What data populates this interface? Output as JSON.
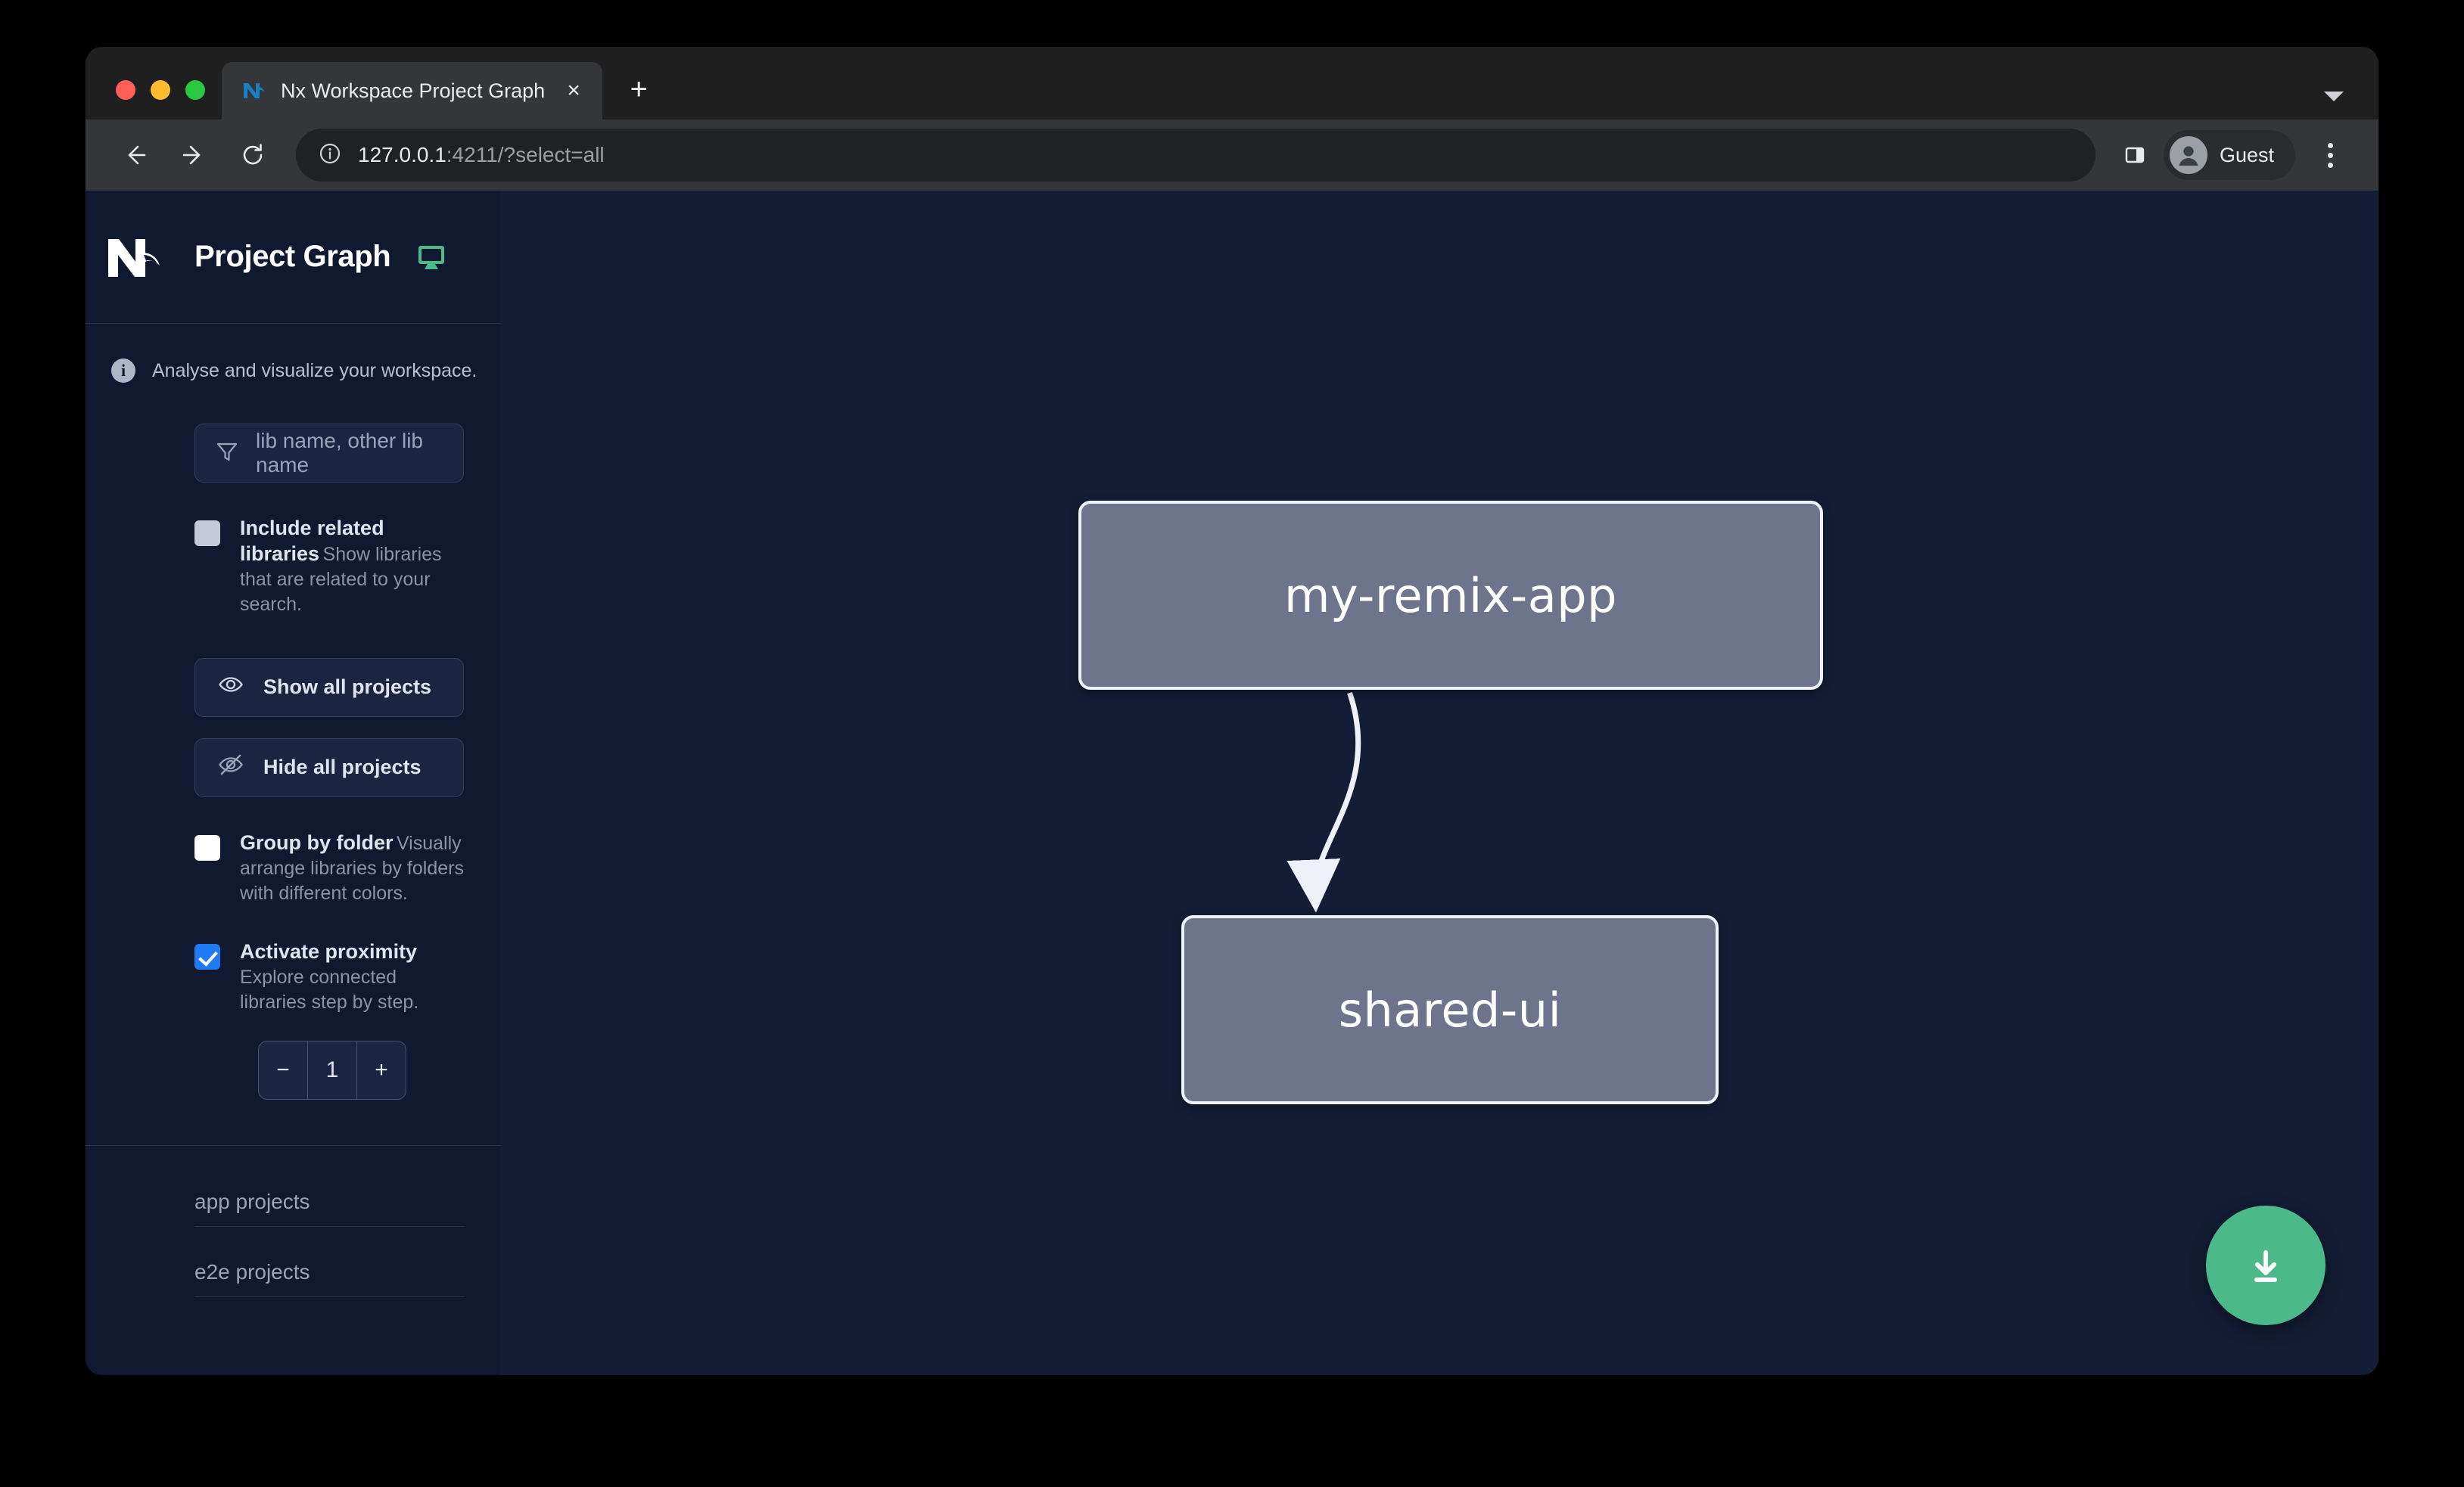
{
  "browser": {
    "tab": {
      "title": "Nx Workspace Project Graph",
      "favicon_name": "nx-favicon",
      "close_label": "×"
    },
    "new_tab_label": "+",
    "tab_list_chevron": "chevron-down-icon",
    "toolbar": {
      "back_label": "←",
      "forward_label": "→",
      "reload_label": "⟳",
      "site_info_label": "ⓘ",
      "url_host": "127.0.0.1",
      "url_rest": ":4211/?select=all",
      "profile_name": "Guest",
      "side_panel_name": "side-panel-icon",
      "menu_name": "kebab-menu-icon"
    }
  },
  "sidebar": {
    "logo_name": "nx-logo",
    "title": "Project Graph",
    "display_icon_name": "monitor-icon",
    "tagline": "Analyse and visualize your workspace.",
    "search": {
      "placeholder": "lib name, other lib name",
      "icon_name": "filter-icon",
      "value": ""
    },
    "options": [
      {
        "id": "include-related-libraries",
        "label": "Include related libraries",
        "desc": "Show libraries that are related to your search.",
        "checkbox_state": "indeterminate"
      },
      {
        "id": "group-by-folder",
        "label": "Group by folder",
        "desc": "Visually arrange libraries by folders with different colors.",
        "checkbox_state": "unchecked"
      },
      {
        "id": "activate-proximity",
        "label": "Activate proximity",
        "desc": "Explore connected libraries step by step.",
        "checkbox_state": "checked"
      }
    ],
    "buttons": [
      {
        "id": "show-all-projects",
        "label": "Show all projects",
        "icon_name": "eye-icon"
      },
      {
        "id": "hide-all-projects",
        "label": "Hide all projects",
        "icon_name": "eye-off-icon"
      }
    ],
    "stepper": {
      "decrement_label": "−",
      "value": "1",
      "increment_label": "+"
    },
    "project_sections": [
      {
        "id": "app-projects",
        "label": "app projects"
      },
      {
        "id": "e2e-projects",
        "label": "e2e projects"
      }
    ]
  },
  "graph": {
    "nodes": [
      {
        "id": "my-remix-app",
        "label": "my-remix-app"
      },
      {
        "id": "shared-ui",
        "label": "shared-ui"
      }
    ],
    "edges": [
      {
        "from": "my-remix-app",
        "to": "shared-ui"
      }
    ],
    "download_button": {
      "name": "download-image-button",
      "icon_name": "download-icon"
    }
  },
  "colors": {
    "accent_green": "#4cb98b",
    "checkbox_blue": "#1e7bf5",
    "canvas_bg": "#141d35",
    "sidebar_bg": "#101930",
    "node_fill": "#6e748c",
    "node_border": "#eef1f7"
  }
}
